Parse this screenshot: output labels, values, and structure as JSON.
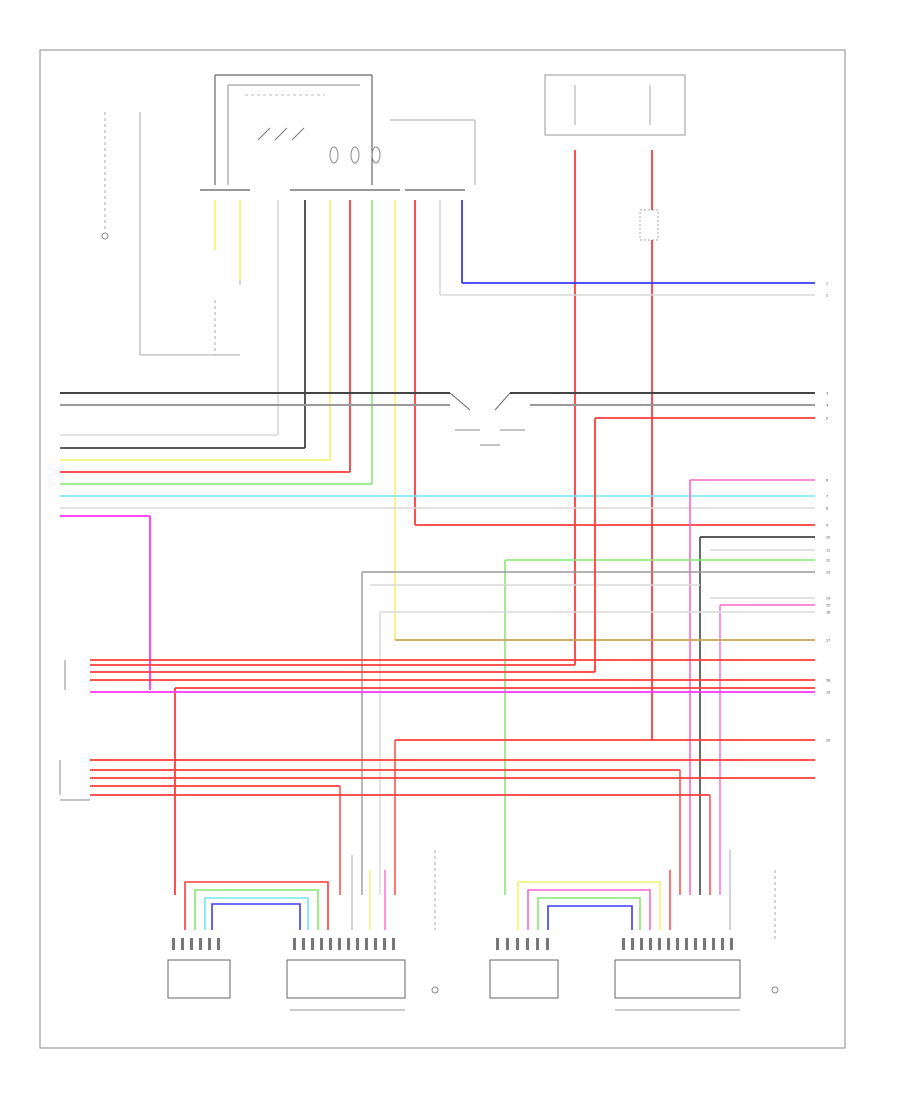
{
  "diagram": {
    "code_label": "",
    "ref_numbers": [
      "1",
      "2",
      "3",
      "4",
      "5",
      "6",
      "7",
      "8",
      "9",
      "10",
      "11",
      "12",
      "13",
      "14",
      "15",
      "16",
      "17",
      "18",
      "19",
      "20"
    ],
    "wire_colors": {
      "red": "#ff3b3b",
      "pink": "#ff66cc",
      "magenta": "#ff33ff",
      "yellow": "#f4f36a",
      "green": "#86e86e",
      "cyan": "#6ee8f0",
      "blue": "#3a3aff",
      "black": "#444444",
      "gray": "#9a9a9a",
      "tan": "#c8a45a",
      "white_wire": "#d9d9d9"
    }
  }
}
